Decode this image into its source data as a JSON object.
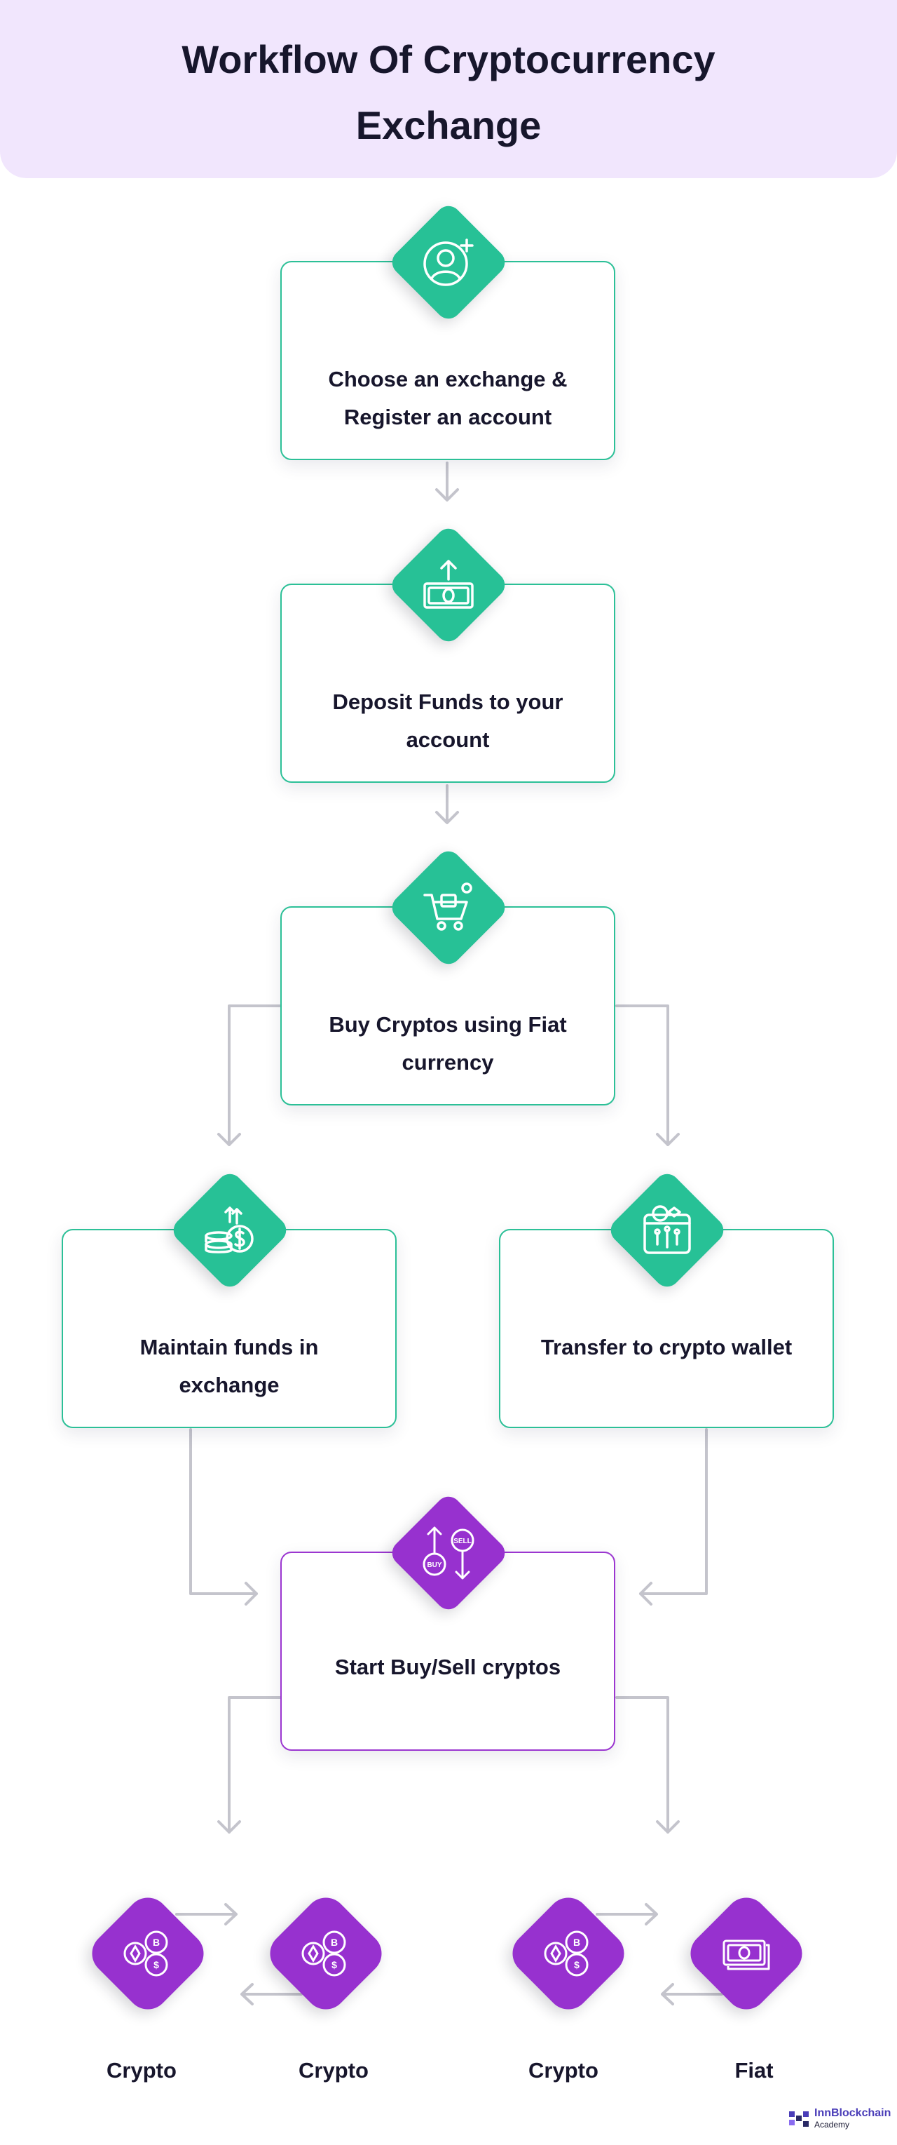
{
  "title": {
    "line1": "Workflow Of Cryptocurrency",
    "line2": "Exchange"
  },
  "steps": [
    {
      "label_line1": "Choose an exchange &",
      "label_line2": "Register an account",
      "icon": "add-user-icon",
      "color": "#27c196"
    },
    {
      "label_line1": "Deposit Funds to your",
      "label_line2": "account",
      "icon": "deposit-money-icon",
      "color": "#27c196"
    },
    {
      "label_line1": "Buy Cryptos using Fiat",
      "label_line2": "currency",
      "icon": "shopping-cart-icon",
      "color": "#27c196"
    },
    {
      "label_line1": "Maintain funds in",
      "label_line2": "exchange",
      "icon": "coins-stack-icon",
      "color": "#27c196"
    },
    {
      "label_line1": "Transfer to crypto wallet",
      "label_line2": "",
      "icon": "crypto-wallet-icon",
      "color": "#27c196"
    },
    {
      "label_line1": "Start Buy/Sell cryptos",
      "label_line2": "",
      "icon": "buy-sell-icon",
      "color": "#9731cf"
    }
  ],
  "outcomes": [
    {
      "label": "Crypto",
      "icon": "crypto-coins-icon"
    },
    {
      "label": "Crypto",
      "icon": "crypto-coins-icon"
    },
    {
      "label": "Crypto",
      "icon": "crypto-coins-icon"
    },
    {
      "label": "Fiat",
      "icon": "banknote-icon"
    }
  ],
  "logo": {
    "name": "InnBlockchain",
    "sub": "Academy"
  },
  "colors": {
    "header_bg": "#f1e6fd",
    "green": "#27c196",
    "purple": "#9731cf",
    "connector": "#c4c4cc"
  }
}
